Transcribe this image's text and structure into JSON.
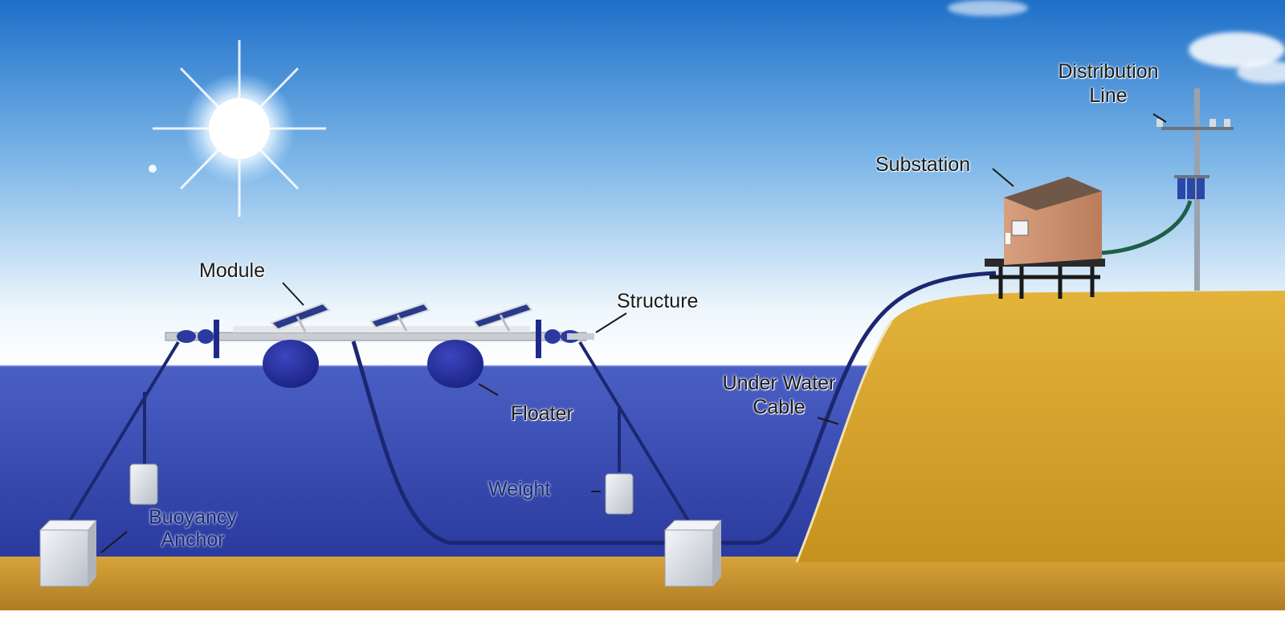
{
  "labels": {
    "module": "Module",
    "structure": "Structure",
    "floater": "Floater",
    "under_water_cable_line1": "Under Water",
    "under_water_cable_line2": "Cable",
    "substation": "Substation",
    "distribution_line_line1": "Distribution",
    "distribution_line_line2": "Line",
    "weight": "Weight",
    "buoyancy_line1": "Buoyancy",
    "buoyancy_line2": "Anchor"
  },
  "colors": {
    "sky_top": "#1d6fc9",
    "sky_bottom": "#ffffff",
    "water_top": "#3c4fb8",
    "water_bottom": "#2a3a9e",
    "land": "#d9a630",
    "seabed": "#c68f2a",
    "floater": "#27309a",
    "cable": "#1b2770"
  }
}
